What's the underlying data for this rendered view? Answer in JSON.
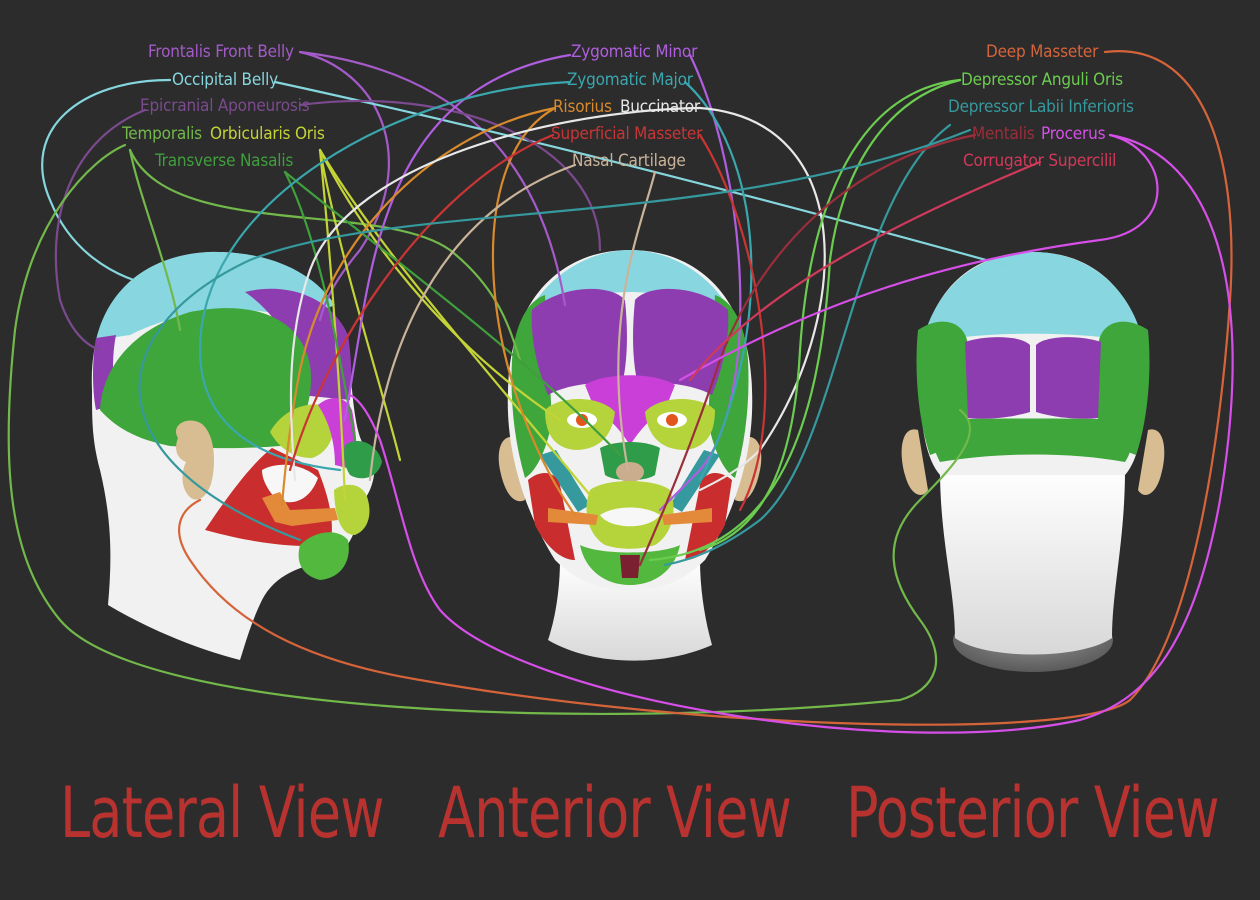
{
  "labels": [
    {
      "id": "frontalis",
      "text": "Frontalis  Front Belly",
      "color": "#a45ac8"
    },
    {
      "id": "occipital",
      "text": "Occipital Belly",
      "color": "#86d6de"
    },
    {
      "id": "epicranial",
      "text": "Epicranial Aponeurosis",
      "color": "#7b4a8e"
    },
    {
      "id": "temporalis",
      "text": "Temporalis",
      "color": "#72b84a"
    },
    {
      "id": "orbicularis",
      "text": "Orbicularis Oris",
      "color": "#c4d437"
    },
    {
      "id": "transverse",
      "text": "Transverse Nasalis",
      "color": "#3f9f3d"
    },
    {
      "id": "zyg-minor",
      "text": "Zygomatic Minor",
      "color": "#b05ee0"
    },
    {
      "id": "zyg-major",
      "text": "Zygomatic Major",
      "color": "#3aa6ae"
    },
    {
      "id": "risorius",
      "text": "Risorius",
      "color": "#d98a2c"
    },
    {
      "id": "buccinator",
      "text": "Buccinator",
      "color": "#e8e8e8"
    },
    {
      "id": "sup-masseter",
      "text": "Superficial Masseter",
      "color": "#c93535"
    },
    {
      "id": "nasal",
      "text": "Nasal Cartilage",
      "color": "#c9b49a"
    },
    {
      "id": "deep-masseter",
      "text": "Deep Masseter",
      "color": "#d6643a"
    },
    {
      "id": "dep-anguli",
      "text": "Depressor Anguli Oris",
      "color": "#6ccc50"
    },
    {
      "id": "dep-labii",
      "text": "Depressor Labii Inferioris",
      "color": "#35999e"
    },
    {
      "id": "mentalis",
      "text": "Mentalis",
      "color": "#9a2e3a"
    },
    {
      "id": "procerus",
      "text": "Procerus",
      "color": "#d64fe8"
    },
    {
      "id": "corrugator",
      "text": "Corrugator Supercilil",
      "color": "#d03a5a"
    }
  ],
  "views": {
    "lateral": "Lateral View",
    "anterior": "Anterior View",
    "posterior": "Posterior View"
  },
  "colors": {
    "background": "#2c2c2c",
    "title": "#b8322f",
    "skin": "#f2f2f2",
    "scalp": "#88d7e0",
    "frontalis": "#8e3db0",
    "temporalis": "#3ea63a",
    "lime": "#b5d33a",
    "masseter": "#c92d2d",
    "orange": "#e3893a",
    "ear": "#d8bd92",
    "magenta": "#c93fd8"
  }
}
